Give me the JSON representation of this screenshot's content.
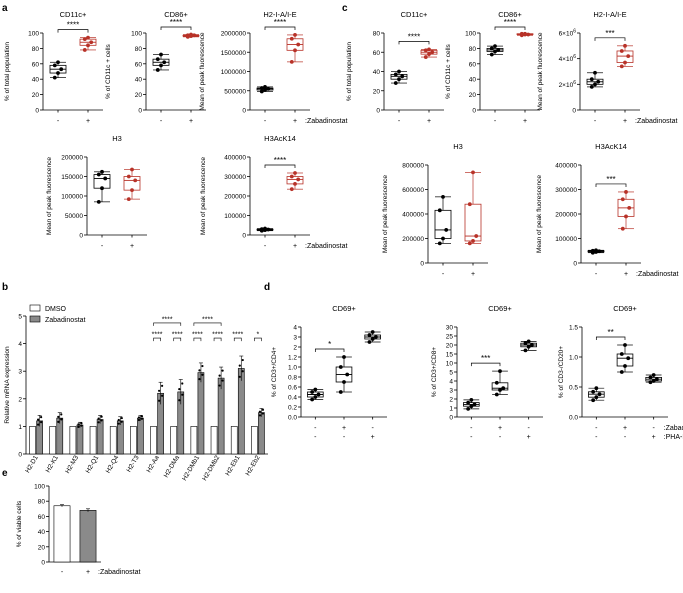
{
  "colors": {
    "control": "#000000",
    "treated": "#b83228",
    "dmso_bar": "#ffffff",
    "zaba_bar": "#8a8a8a"
  },
  "panel_labels": {
    "a": "a",
    "b": "b",
    "c": "c",
    "d": "d",
    "e": "e"
  },
  "sig": {
    "p4": "****",
    "p3": "***",
    "p2": "**",
    "p1": "*"
  },
  "chart_data": [
    {
      "id": "a1",
      "type": "box",
      "title": "CD11c+",
      "ylabel": "% of total population",
      "ylim": [
        0,
        100
      ],
      "yticks": [
        0,
        20,
        40,
        60,
        80,
        100
      ],
      "tick_labels": [
        "0",
        "20",
        "40",
        "60",
        "80",
        "100"
      ],
      "categories": [
        "-",
        "+"
      ],
      "condition_label": "",
      "groups": [
        {
          "category": "-",
          "points": [
            42,
            48,
            53,
            58,
            62
          ]
        },
        {
          "category": "+",
          "points": [
            78,
            84,
            88,
            92,
            94
          ]
        }
      ],
      "significance": "****"
    },
    {
      "id": "a2",
      "type": "box",
      "title": "CD86+",
      "ylabel": "% of CD11c + cells",
      "ylim": [
        0,
        100
      ],
      "yticks": [
        0,
        20,
        40,
        60,
        80,
        100
      ],
      "tick_labels": [
        "0",
        "20",
        "40",
        "60",
        "80",
        "100"
      ],
      "categories": [
        "-",
        "+"
      ],
      "condition_label": "",
      "groups": [
        {
          "category": "-",
          "points": [
            52,
            58,
            62,
            66,
            72
          ]
        },
        {
          "category": "+",
          "points": [
            95,
            96,
            97,
            97,
            98
          ]
        }
      ],
      "significance": "****"
    },
    {
      "id": "a3",
      "type": "box",
      "title": "H2-I-A/I-E",
      "ylabel": "Mean of peak fluorescence",
      "ylim": [
        0,
        2000000
      ],
      "yticks": [
        0,
        500000,
        1000000,
        1500000,
        2000000
      ],
      "tick_labels": [
        "0",
        "500000",
        "1000000",
        "1500000",
        "2000000"
      ],
      "categories": [
        "-",
        "+"
      ],
      "condition_label": ":Zabadinostat",
      "groups": [
        {
          "category": "-",
          "points": [
            480000,
            520000,
            550000,
            570000,
            600000
          ]
        },
        {
          "category": "+",
          "points": [
            1250000,
            1550000,
            1700000,
            1850000,
            1950000
          ]
        }
      ],
      "significance": "****"
    },
    {
      "id": "a4",
      "type": "box",
      "title": "H3",
      "ylabel": "Mean of peak fluorescence",
      "ylim": [
        0,
        200000
      ],
      "yticks": [
        0,
        50000,
        100000,
        150000,
        200000
      ],
      "tick_labels": [
        "0",
        "50000",
        "100000",
        "150000",
        "200000"
      ],
      "categories": [
        "-",
        "+"
      ],
      "condition_label": "",
      "groups": [
        {
          "category": "-",
          "points": [
            85000,
            120000,
            145000,
            155000,
            162000
          ]
        },
        {
          "category": "+",
          "points": [
            92000,
            115000,
            140000,
            150000,
            168000
          ]
        }
      ],
      "significance": ""
    },
    {
      "id": "a5",
      "type": "box",
      "title": "H3AcK14",
      "ylabel": "Mean of peak fluorescence",
      "ylim": [
        0,
        400000
      ],
      "yticks": [
        0,
        100000,
        200000,
        300000,
        400000
      ],
      "tick_labels": [
        "0",
        "100000",
        "200000",
        "300000",
        "400000"
      ],
      "categories": [
        "-",
        "+"
      ],
      "condition_label": ":Zabadinostat",
      "groups": [
        {
          "category": "-",
          "points": [
            22000,
            25000,
            28000,
            30000,
            33000
          ]
        },
        {
          "category": "+",
          "points": [
            235000,
            262000,
            285000,
            300000,
            318000
          ]
        }
      ],
      "significance": "****"
    },
    {
      "id": "c1",
      "type": "box",
      "title": "CD11c+",
      "ylabel": "% of total population",
      "ylim": [
        0,
        80
      ],
      "yticks": [
        0,
        20,
        40,
        60,
        80
      ],
      "tick_labels": [
        "0",
        "20",
        "40",
        "60",
        "80"
      ],
      "categories": [
        "-",
        "+"
      ],
      "condition_label": "",
      "groups": [
        {
          "category": "-",
          "points": [
            28,
            32,
            35,
            37,
            40
          ]
        },
        {
          "category": "+",
          "points": [
            55,
            58,
            60,
            62,
            63
          ]
        }
      ],
      "significance": "****"
    },
    {
      "id": "c2",
      "type": "box",
      "title": "CD86+",
      "ylabel": "% of CD11c + cells",
      "ylim": [
        0,
        100
      ],
      "yticks": [
        0,
        20,
        40,
        60,
        80,
        100
      ],
      "tick_labels": [
        "0",
        "20",
        "40",
        "60",
        "80",
        "100"
      ],
      "categories": [
        "-",
        "+"
      ],
      "condition_label": "",
      "groups": [
        {
          "category": "-",
          "points": [
            72,
            76,
            78,
            80,
            83
          ]
        },
        {
          "category": "+",
          "points": [
            97,
            98,
            98,
            99,
            99
          ]
        }
      ],
      "significance": "****"
    },
    {
      "id": "c3",
      "type": "box",
      "title": "H2-I-A/I-E",
      "ylabel": "Mean of peak fluorescence",
      "ylim": [
        0,
        6000000
      ],
      "yticks": [
        0,
        2000000,
        4000000,
        6000000
      ],
      "tick_labels": [
        "0",
        "2×10^6",
        "4×10^6",
        "6×10^6"
      ],
      "categories": [
        "-",
        "+"
      ],
      "condition_label": ":Zabadinostat",
      "groups": [
        {
          "category": "-",
          "points": [
            1800000,
            2000000,
            2200000,
            2400000,
            2900000
          ]
        },
        {
          "category": "+",
          "points": [
            3400000,
            3700000,
            4200000,
            4600000,
            5000000
          ]
        }
      ],
      "significance": "***"
    },
    {
      "id": "c4",
      "type": "box",
      "title": "H3",
      "ylabel": "Mean of peak fluorescence",
      "ylim": [
        0,
        800000
      ],
      "yticks": [
        0,
        200000,
        400000,
        600000,
        800000
      ],
      "tick_labels": [
        "0",
        "200000",
        "400000",
        "600000",
        "800000"
      ],
      "categories": [
        "-",
        "+"
      ],
      "condition_label": "",
      "groups": [
        {
          "category": "-",
          "points": [
            160000,
            200000,
            270000,
            430000,
            540000
          ]
        },
        {
          "category": "+",
          "points": [
            160000,
            180000,
            220000,
            480000,
            740000
          ]
        }
      ],
      "significance": ""
    },
    {
      "id": "c5",
      "type": "box",
      "title": "H3AcK14",
      "ylabel": "Mean of peak fluorescence",
      "ylim": [
        0,
        400000
      ],
      "yticks": [
        0,
        100000,
        200000,
        300000,
        400000
      ],
      "tick_labels": [
        "0",
        "100000",
        "200000",
        "300000",
        "400000"
      ],
      "categories": [
        "-",
        "+"
      ],
      "condition_label": ":Zabadinostat",
      "groups": [
        {
          "category": "-",
          "points": [
            42000,
            45000,
            48000,
            50000,
            52000
          ]
        },
        {
          "category": "+",
          "points": [
            140000,
            190000,
            225000,
            260000,
            290000
          ]
        }
      ],
      "significance": "***"
    },
    {
      "id": "b",
      "type": "bar",
      "title": "",
      "ylabel": "Relative mRNA expression",
      "ylim": [
        0,
        5
      ],
      "yticks": [
        0,
        1,
        2,
        3,
        4,
        5
      ],
      "tick_labels": [
        "0",
        "1",
        "2",
        "3",
        "4",
        "5"
      ],
      "categories": [
        "H2-D1",
        "H2-K1",
        "H2-M3",
        "H2-Q1",
        "H2-Q4",
        "H2-T3",
        "H2-Aa",
        "H2-DMa",
        "H2-DMb1",
        "H2-DMb2",
        "H2-Eb1",
        "H2-Eb2"
      ],
      "series": [
        {
          "name": "DMSO",
          "values": [
            1,
            1,
            1,
            1,
            1,
            1,
            1,
            1,
            1,
            1,
            1,
            1
          ]
        },
        {
          "name": "Zabadinostat",
          "values": [
            1.2,
            1.3,
            1.05,
            1.25,
            1.2,
            1.3,
            2.2,
            2.25,
            2.95,
            2.75,
            3.1,
            1.5
          ],
          "errors": [
            0.2,
            0.2,
            0.1,
            0.15,
            0.15,
            0.1,
            0.4,
            0.45,
            0.35,
            0.4,
            0.45,
            0.15
          ]
        }
      ],
      "legend": "top-left",
      "significance": [
        {
          "from": 6,
          "to": 6,
          "label": "****",
          "level": 4.2
        },
        {
          "from": 7,
          "to": 7,
          "label": "****",
          "level": 4.2
        },
        {
          "from": 6,
          "to": 7,
          "label": "****",
          "level": 4.75
        },
        {
          "from": 8,
          "to": 8,
          "label": "****",
          "level": 4.2
        },
        {
          "from": 9,
          "to": 9,
          "label": "****",
          "level": 4.2
        },
        {
          "from": 8,
          "to": 9,
          "label": "****",
          "level": 4.75
        },
        {
          "from": 10,
          "to": 10,
          "label": "****",
          "level": 4.2
        },
        {
          "from": 11,
          "to": 11,
          "label": "*",
          "level": 4.2
        }
      ]
    },
    {
      "id": "d1",
      "type": "box",
      "title": "CD69+",
      "ylabel": "% of CD3+/CD4+",
      "ylim": [
        0,
        4
      ],
      "tick_values": [
        0.0,
        0.2,
        0.4,
        0.6,
        0.8,
        1.0,
        1.2,
        2,
        3,
        4
      ],
      "tick_labels": [
        "0.0",
        "0.2",
        "0.4",
        "0.6",
        "0.8",
        "1.0",
        "1.2",
        "2",
        "3",
        "4"
      ],
      "categories": [
        "1",
        "2",
        "3"
      ],
      "rows": [
        [
          "-",
          "+",
          "-"
        ],
        [
          "-",
          "-",
          "+"
        ]
      ],
      "row_labels": [
        "",
        ""
      ],
      "groups": [
        {
          "points": [
            0.35,
            0.4,
            0.45,
            0.5,
            0.55
          ]
        },
        {
          "points": [
            0.5,
            0.7,
            0.85,
            1.0,
            1.2
          ]
        },
        {
          "points": [
            2.5,
            2.8,
            3.0,
            3.2,
            3.5
          ]
        }
      ],
      "significance": "*"
    },
    {
      "id": "d2",
      "type": "box",
      "title": "CD69+",
      "ylabel": "% of CD3+/CD8+",
      "ylim": [
        0,
        30
      ],
      "tick_values": [
        0,
        1,
        2,
        3,
        4,
        5,
        10,
        15,
        20,
        25,
        30
      ],
      "tick_labels": [
        "0",
        "1",
        "2",
        "3",
        "4",
        "5",
        "10",
        "15",
        "20",
        "25",
        "30"
      ],
      "categories": [
        "1",
        "2",
        "3"
      ],
      "rows": [
        [
          "-",
          "+",
          "-"
        ],
        [
          "-",
          "-",
          "+"
        ]
      ],
      "row_labels": [
        "",
        ""
      ],
      "groups": [
        {
          "points": [
            0.9,
            1.2,
            1.4,
            1.6,
            1.9
          ]
        },
        {
          "points": [
            2.5,
            3.0,
            3.2,
            3.8,
            5.5
          ]
        },
        {
          "points": [
            17,
            19,
            20,
            21,
            22
          ]
        }
      ],
      "significance": "***"
    },
    {
      "id": "d3",
      "type": "box",
      "title": "CD69+",
      "ylabel": "% of CD3-/CD20+",
      "ylim": [
        0,
        1.5
      ],
      "yticks": [
        0,
        0.5,
        1.0,
        1.5
      ],
      "tick_labels": [
        "0.0",
        "0.5",
        "1.0",
        "1.5"
      ],
      "categories": [
        "1",
        "2",
        "3"
      ],
      "rows": [
        [
          "-",
          "+",
          "-"
        ],
        [
          "-",
          "-",
          "+"
        ]
      ],
      "row_labels": [
        ":Zabadinostat",
        ":PHA-L"
      ],
      "groups": [
        {
          "points": [
            0.28,
            0.33,
            0.38,
            0.42,
            0.48
          ]
        },
        {
          "points": [
            0.75,
            0.85,
            0.98,
            1.05,
            1.2
          ]
        },
        {
          "points": [
            0.58,
            0.6,
            0.63,
            0.66,
            0.7
          ]
        }
      ],
      "significance": "**"
    },
    {
      "id": "e",
      "type": "bar",
      "title": "",
      "ylabel": "% of viable cells",
      "ylim": [
        0,
        100
      ],
      "yticks": [
        0,
        20,
        40,
        60,
        80,
        100
      ],
      "tick_labels": [
        "0",
        "20",
        "40",
        "60",
        "80",
        "100"
      ],
      "categories": [
        "-",
        "+"
      ],
      "condition_label": ":Zabadinostat",
      "series": [
        {
          "name": "",
          "values": [
            74,
            68
          ],
          "errors": [
            1.5,
            2
          ]
        }
      ]
    }
  ]
}
